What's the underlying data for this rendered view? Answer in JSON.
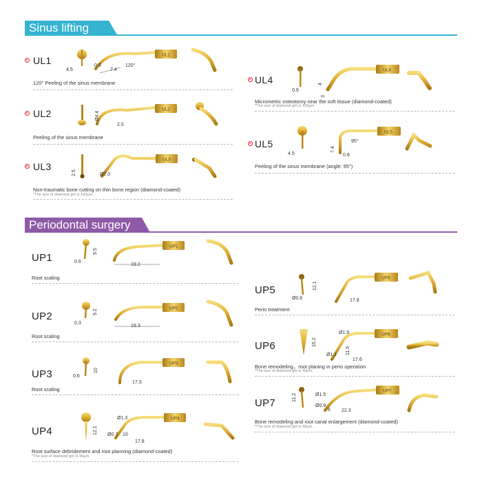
{
  "colors": {
    "sinus_banner": "#36b3d1",
    "perio_banner": "#8e5aa8",
    "gold": "#d9a92a",
    "gold_dark": "#a97a12",
    "bullet": "#e4252c"
  },
  "sinus": {
    "title": "Sinus lifting",
    "items": [
      {
        "code": "UL1",
        "tip_label": "UL1",
        "desc": "120° Peeling of the sinus membrane",
        "note": "",
        "dims": [
          "4.5",
          "0.8",
          "7.4",
          "120°"
        ]
      },
      {
        "code": "UL2",
        "tip_label": "UL2",
        "desc": "Peeling of the sinus membrane",
        "note": "",
        "dims": [
          "Ø4.4",
          "2.5"
        ]
      },
      {
        "code": "UL3",
        "tip_label": "UL3",
        "desc": "Non-traumatic bone cutting on thin bone region (diamond-coated)",
        "note": "*The size of diamond grit is 100μm.",
        "dims": [
          "2.5",
          "Ø2.0"
        ]
      },
      {
        "code": "UL4",
        "tip_label": "UL4",
        "desc": "Micrometric osteotomy near the soft tissue (diamond-coated)",
        "note": "*The size of diamond grit is 100μm.",
        "dims": [
          "0.9",
          "4",
          "3"
        ]
      },
      {
        "code": "UL5",
        "tip_label": "UL5",
        "desc": "Peeling of the sinus membrane (angle: 95°)",
        "note": "",
        "dims": [
          "4.5",
          "7.4",
          "0.8",
          "95°"
        ]
      }
    ]
  },
  "perio": {
    "title": "Periodontal surgery",
    "items": [
      {
        "code": "UP1",
        "tip_label": "UP1",
        "desc": "Root scaling",
        "note": "",
        "dims": [
          "9.5",
          "0.6",
          "19.2"
        ]
      },
      {
        "code": "UP2",
        "tip_label": "UP2",
        "desc": "Root scaling",
        "note": "",
        "dims": [
          "9.2",
          "0.3",
          "19.3"
        ]
      },
      {
        "code": "UP3",
        "tip_label": "UP3",
        "desc": "Root scaling",
        "note": "",
        "dims": [
          "10",
          "0.6",
          "17.3"
        ]
      },
      {
        "code": "UP4",
        "tip_label": "UP4",
        "desc": "Root surface debridement and root planning (diamond-coated)",
        "note": "*The size of diamond grit is 40μm.",
        "dims": [
          "12.1",
          "Ø1.3",
          "Ø0.7",
          "10",
          "17.8"
        ]
      },
      {
        "code": "UP5",
        "tip_label": "UP5",
        "desc": "Perio treatment",
        "note": "",
        "dims": [
          "12.1",
          "Ø0.6",
          "17.8"
        ]
      },
      {
        "code": "UP6",
        "tip_label": "UP6",
        "desc": "Bone remodeling，root planing in perio operation",
        "note": "*The size of diamond grit is 40μm.",
        "dims": [
          "15.2",
          "Ø1.9",
          "11.5",
          "Ø1.1",
          "17.6"
        ]
      },
      {
        "code": "UP7",
        "tip_label": "UP7",
        "desc": "Bone remodeling and root canal enlargement (diamond-coated)",
        "note": "*The size of diamond grit is 40μm.",
        "dims": [
          "11.2",
          "Ø1.5",
          "Ø0.9",
          "6",
          "22.3"
        ]
      }
    ]
  }
}
